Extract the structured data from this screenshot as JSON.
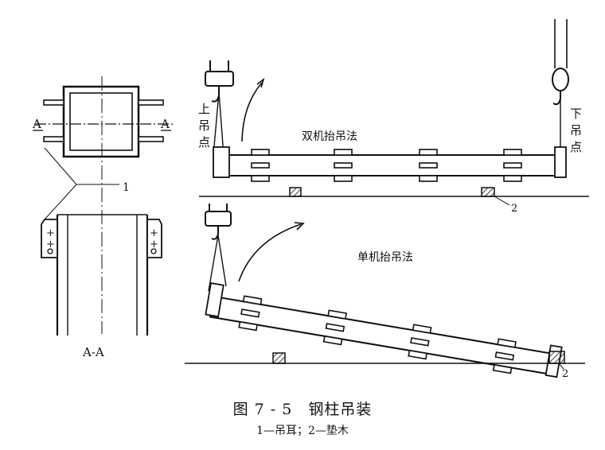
{
  "labels": {
    "section_a_left": "A",
    "section_a_right": "A",
    "section_title": "A-A",
    "callout_1": "1",
    "callout_2_top": "2",
    "callout_2_bottom": "2",
    "upper_lift_point": [
      "上",
      "吊",
      "点"
    ],
    "lower_lift_point": [
      "下",
      "吊",
      "点"
    ],
    "method_double_crane": "双机抬吊法",
    "method_single_crane": "单机抬吊法"
  },
  "caption": {
    "title": "图 7 - 5　钢柱吊装",
    "legend": "1—吊耳；2—垫木"
  }
}
